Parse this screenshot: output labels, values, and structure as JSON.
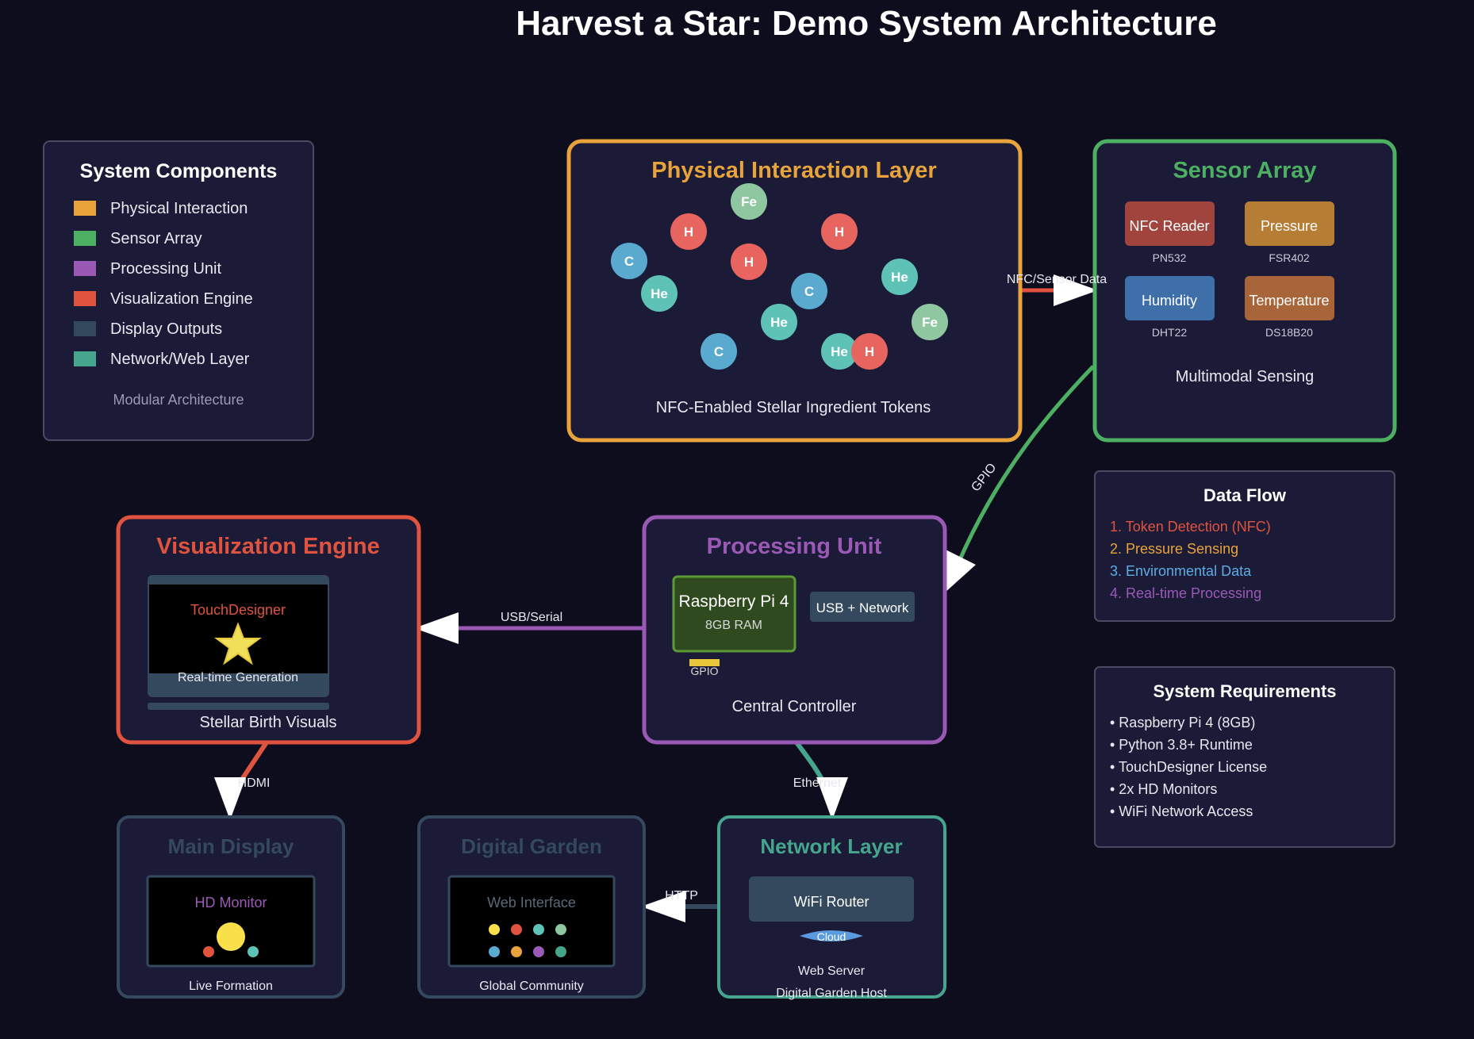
{
  "title": "Harvest a Star: Demo System Architecture",
  "colors": {
    "background": "#0d0d1d",
    "panel": "#1b1b38",
    "physical": "#e8a33a",
    "sensor": "#4caf62",
    "processing": "#9b59b6",
    "visualization": "#e0533f",
    "display": "#34495e",
    "network": "#45a58d"
  },
  "legend": {
    "title": "System Components",
    "items": [
      {
        "label": "Physical Interaction",
        "color": "#e8a33a"
      },
      {
        "label": "Sensor Array",
        "color": "#4caf62"
      },
      {
        "label": "Processing Unit",
        "color": "#9b59b6"
      },
      {
        "label": "Visualization Engine",
        "color": "#e0533f"
      },
      {
        "label": "Display Outputs",
        "color": "#34495e"
      },
      {
        "label": "Network/Web Layer",
        "color": "#45a58d"
      }
    ],
    "footer": "Modular Architecture"
  },
  "physical": {
    "title": "Physical Interaction Layer",
    "caption": "NFC-Enabled Stellar Ingredient Tokens",
    "tokens": [
      "Fe",
      "H",
      "H",
      "C",
      "H",
      "He",
      "He",
      "C",
      "He",
      "Fe",
      "C",
      "He",
      "H"
    ]
  },
  "sensor": {
    "title": "Sensor Array",
    "sensors": [
      {
        "name": "NFC Reader",
        "model": "PN532",
        "color": "#a2443e"
      },
      {
        "name": "Pressure",
        "model": "FSR402",
        "color": "#b67d34"
      },
      {
        "name": "Humidity",
        "model": "DHT22",
        "color": "#3f6fa9"
      },
      {
        "name": "Temperature",
        "model": "DS18B20",
        "color": "#a9653a"
      }
    ],
    "caption": "Multimodal Sensing"
  },
  "data_flow": {
    "title": "Data Flow",
    "steps": [
      {
        "text": "1. Token Detection (NFC)",
        "color": "#e0533f"
      },
      {
        "text": "2. Pressure Sensing",
        "color": "#e8a33a"
      },
      {
        "text": "3. Environmental Data",
        "color": "#5dade2"
      },
      {
        "text": "4. Real-time Processing",
        "color": "#9b59b6"
      }
    ]
  },
  "requirements": {
    "title": "System Requirements",
    "items": [
      "• Raspberry Pi 4 (8GB)",
      "• Python 3.8+ Runtime",
      "• TouchDesigner License",
      "• 2x HD Monitors",
      "• WiFi Network Access"
    ]
  },
  "processing": {
    "title": "Processing Unit",
    "board": "Raspberry Pi 4",
    "ram": "8GB RAM",
    "gpio": "GPIO",
    "ports": "USB + Network",
    "caption": "Central Controller"
  },
  "visualization": {
    "title": "Visualization Engine",
    "software": "TouchDesigner",
    "screen_caption": "Real-time Generation",
    "caption": "Stellar Birth Visuals"
  },
  "main_display": {
    "title": "Main Display",
    "screen": "HD Monitor",
    "caption": "Live Formation"
  },
  "garden": {
    "title": "Digital Garden",
    "screen": "Web Interface",
    "caption": "Global Community"
  },
  "network": {
    "title": "Network Layer",
    "router": "WiFi Router",
    "cloud": "Cloud",
    "caption1": "Web Server",
    "caption2": "Digital Garden Host"
  },
  "connections": {
    "nfc_sensor": "NFC/Sensor Data",
    "gpio": "GPIO",
    "usb_serial": "USB/Serial",
    "hdmi": "HDMI",
    "ethernet": "Ethernet",
    "http": "HTTP"
  },
  "icons": [
    "star-icon",
    "cloud-icon",
    "arrow-icon"
  ]
}
